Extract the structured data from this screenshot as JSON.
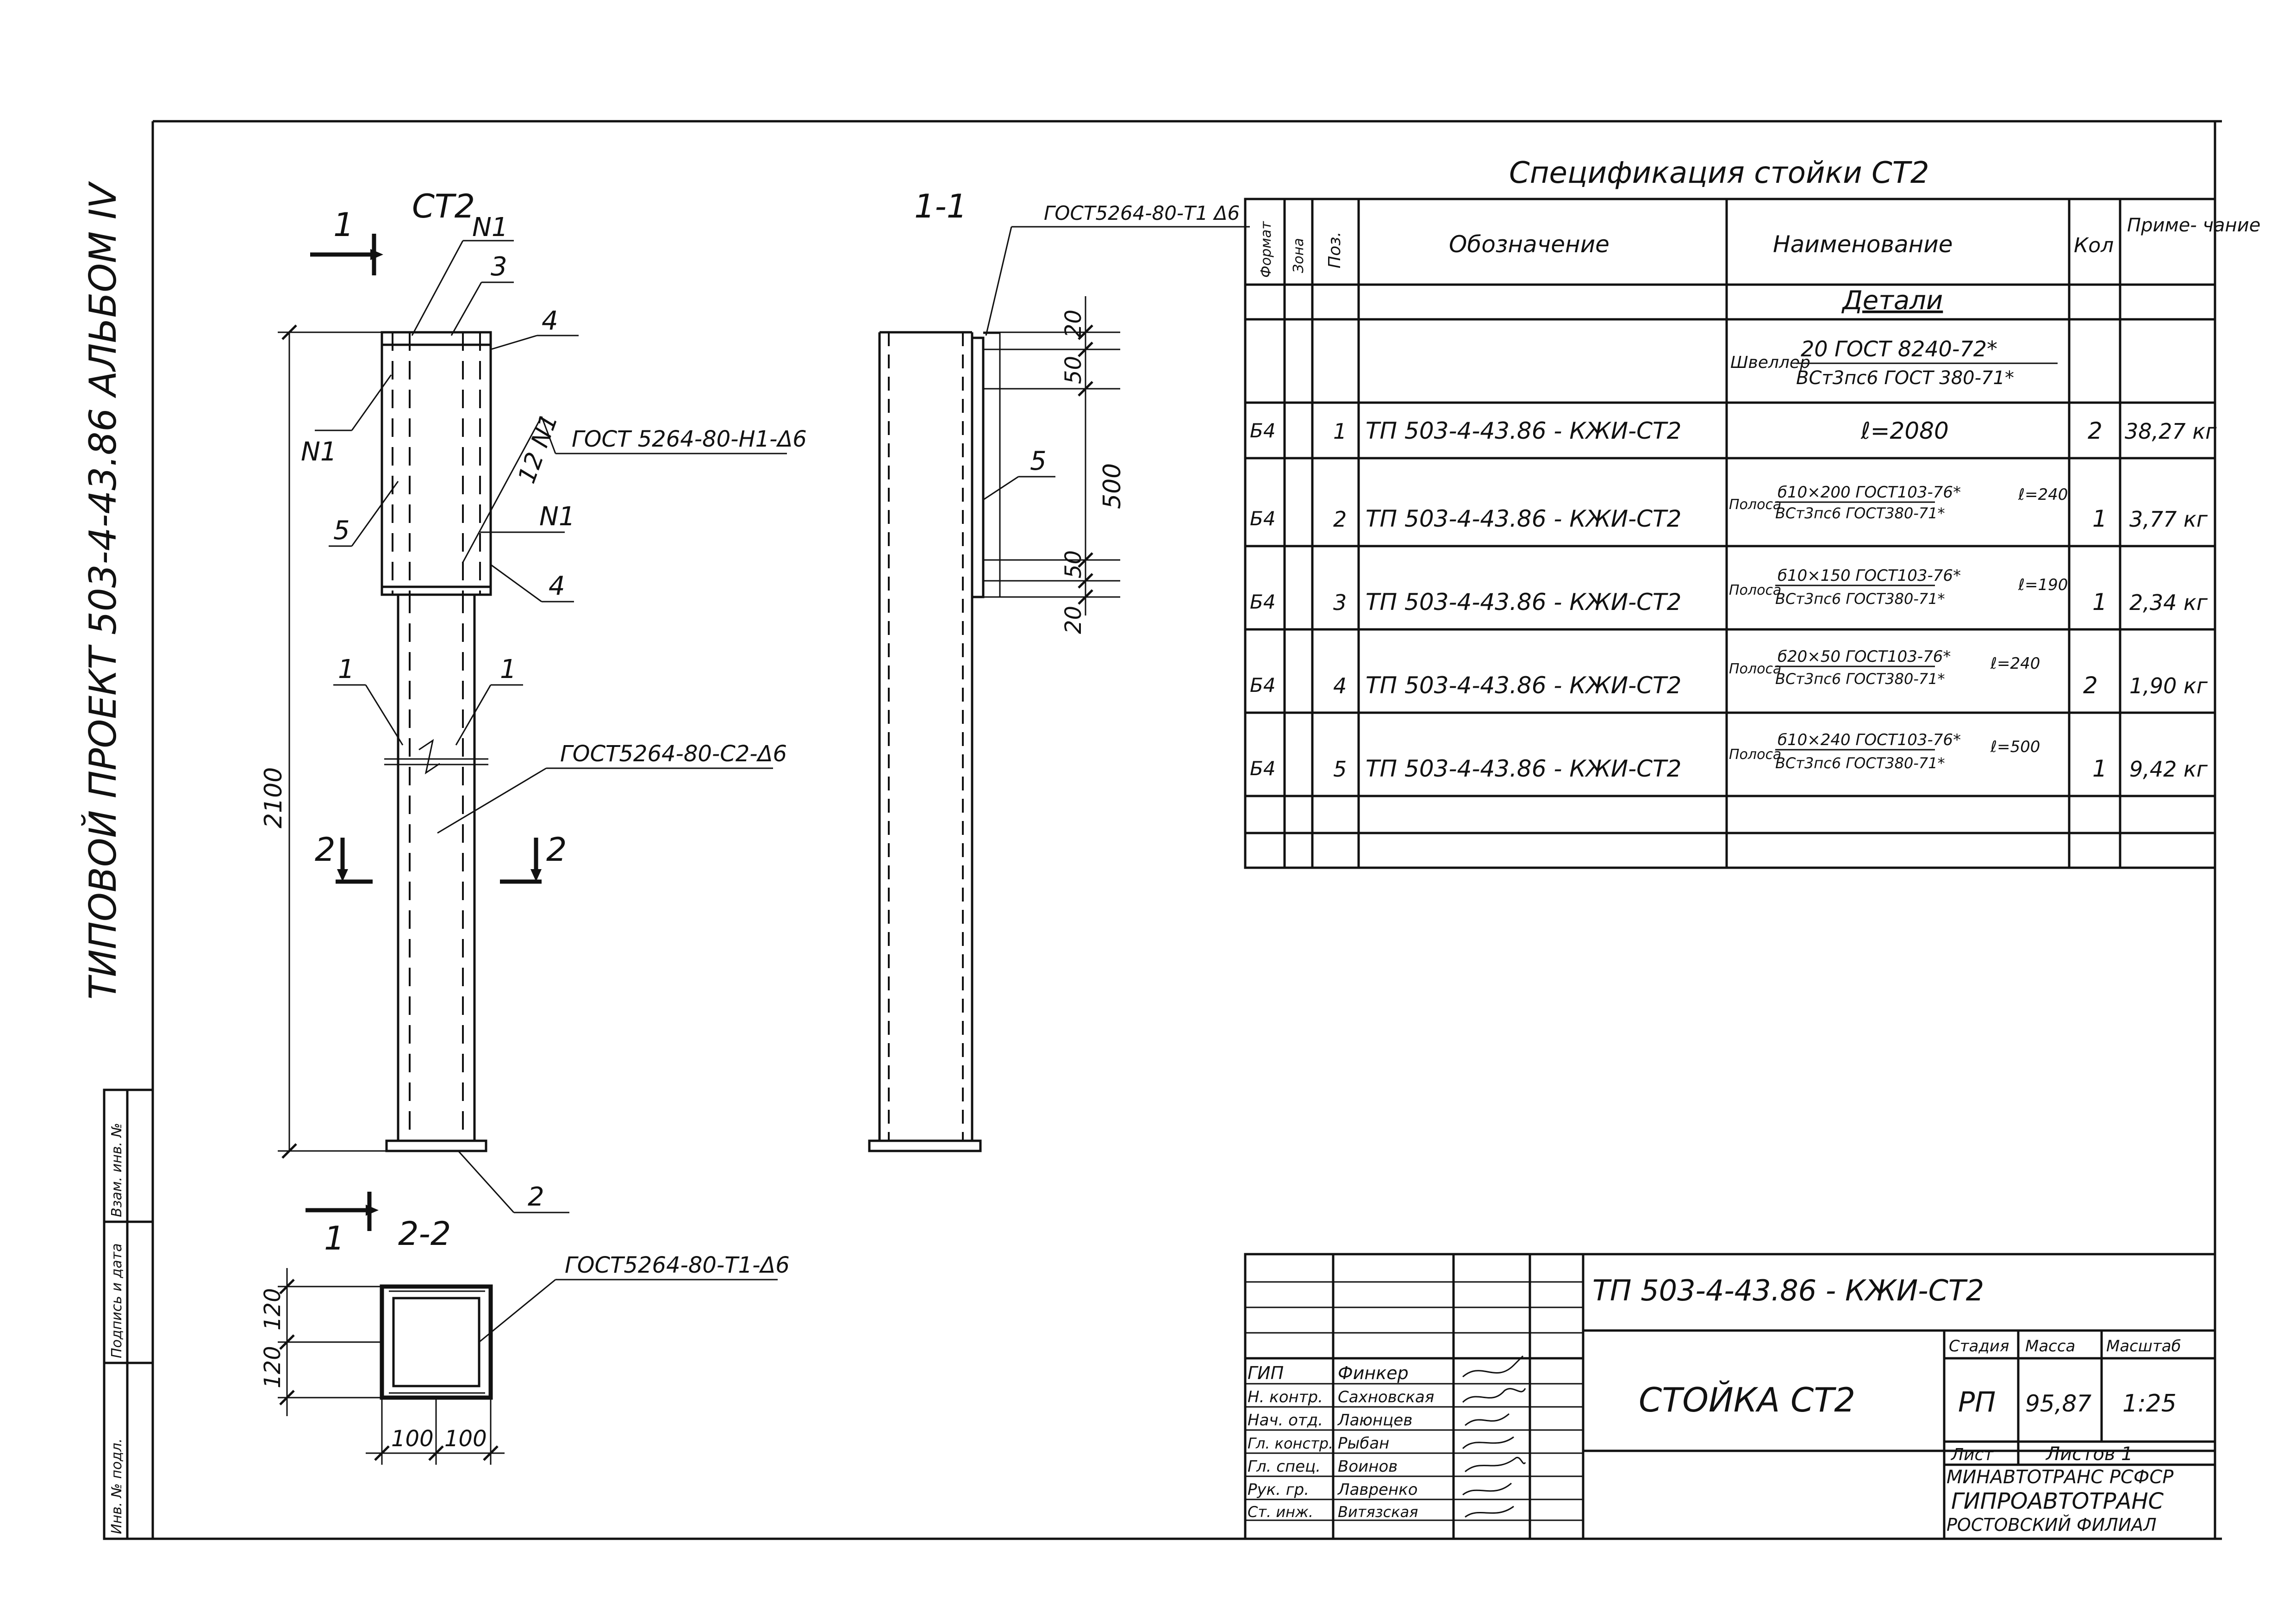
{
  "side_title": "ТИПОВОЙ ПРОЕКТ 503-4-43.86 АЛЬБОМ IV",
  "side_stamp": {
    "inv_podl": "Инв. № подл.",
    "podpis_data": "Подпись и дата",
    "vzam_inv": "Взам. инв. №"
  },
  "views": {
    "main_title": "СТ2",
    "section_1_marker": "1",
    "view_11_title": "1-1",
    "view_22_title": "2-2",
    "section_2_marker": "2",
    "labels": {
      "n1_top": "N1",
      "n1_left": "N1",
      "n1_right": "N1",
      "n1_weld": "12 N1",
      "pos3": "3",
      "pos4a": "4",
      "pos4b": "4",
      "pos5a": "5",
      "pos5b": "5",
      "pos1a": "1",
      "pos1b": "1",
      "pos2": "2"
    },
    "welds": {
      "w1": "ГОСТ 5264-80-Н1-Δ6",
      "w2": "ГОСТ5264-80-С2-Δ6",
      "w3": "ГОСТ5264-80-Т1-Δ6",
      "w4": "ГОСТ5264-80-Т1 Δ6"
    },
    "dims": {
      "height": "2100",
      "d20a": "20",
      "d50a": "50",
      "d500": "500",
      "d50b": "50",
      "d20b": "20",
      "d120a": "120",
      "d120b": "120",
      "d100a": "100",
      "d100b": "100"
    }
  },
  "spec": {
    "title": "Спецификация стойки СТ2",
    "headers": {
      "format": "Формат",
      "zona": "Зона",
      "poz": "Поз.",
      "designation": "Обозначение",
      "name": "Наименование",
      "qty": "Кол",
      "note": "Приме- чание"
    },
    "section": "Детали",
    "material_top": "20 ГОСТ 8240-72*",
    "material_bot": "ВСт3пс6 ГОСТ 380-71*",
    "material_prefix": "Швеллер",
    "rows": [
      {
        "format": "Б4",
        "poz": "1",
        "designation": "ТП 503-4-43.86 - КЖИ-СТ2",
        "name_pre": "",
        "name_top": "",
        "name_bot": "",
        "name_len": "ℓ=2080",
        "qty": "2",
        "note": "38,27 кг"
      },
      {
        "format": "Б4",
        "poz": "2",
        "designation": "ТП 503-4-43.86 - КЖИ-СТ2",
        "name_pre": "Полоса",
        "name_top": "б10×200 ГОСТ103-76*",
        "name_bot": "ВСт3пс6 ГОСТ380-71*",
        "name_len": "ℓ=240",
        "qty": "1",
        "note": "3,77 кг"
      },
      {
        "format": "Б4",
        "poz": "3",
        "designation": "ТП 503-4-43.86 - КЖИ-СТ2",
        "name_pre": "Полоса",
        "name_top": "б10×150 ГОСТ103-76*",
        "name_bot": "ВСт3пс6 ГОСТ380-71*",
        "name_len": "ℓ=190",
        "qty": "1",
        "note": "2,34 кг"
      },
      {
        "format": "Б4",
        "poz": "4",
        "designation": "ТП 503-4-43.86 - КЖИ-СТ2",
        "name_pre": "Полоса",
        "name_top": "б20×50 ГОСТ103-76*",
        "name_bot": "ВСт3пс6 ГОСТ380-71*",
        "name_len": "ℓ=240",
        "qty": "2",
        "note": "1,90 кг"
      },
      {
        "format": "Б4",
        "poz": "5",
        "designation": "ТП 503-4-43.86 - КЖИ-СТ2",
        "name_pre": "Полоса",
        "name_top": "б10×240 ГОСТ103-76*",
        "name_bot": "ВСт3пс6 ГОСТ380-71*",
        "name_len": "ℓ=500",
        "qty": "1",
        "note": "9,42 кг"
      }
    ]
  },
  "title_block": {
    "code": "ТП 503-4-43.86 - КЖИ-СТ2",
    "name": "СТОЙКА СТ2",
    "stage_h": "Стадия",
    "mass_h": "Масса",
    "scale_h": "Масштаб",
    "stage": "РП",
    "mass": "95,87",
    "scale": "1:25",
    "sheet_h": "Лист",
    "sheets_h": "Листов 1",
    "org1": "МИНАВТОТРАНС РСФСР",
    "org2": "ГИПРОАВТОТРАНС",
    "org3": "РОСТОВСКИЙ ФИЛИАЛ",
    "people": [
      {
        "role": "ГИП",
        "name": "Финкер"
      },
      {
        "role": "Н. контр.",
        "name": "Сахновская"
      },
      {
        "role": "Нач. отд.",
        "name": "Лаюнцев"
      },
      {
        "role": "Гл. констр.",
        "name": "Рыбан"
      },
      {
        "role": "Гл. спец.",
        "name": "Воинов"
      },
      {
        "role": "Рук. гр.",
        "name": "Лавренко"
      },
      {
        "role": "Ст. инж.",
        "name": "Витязская"
      }
    ]
  }
}
